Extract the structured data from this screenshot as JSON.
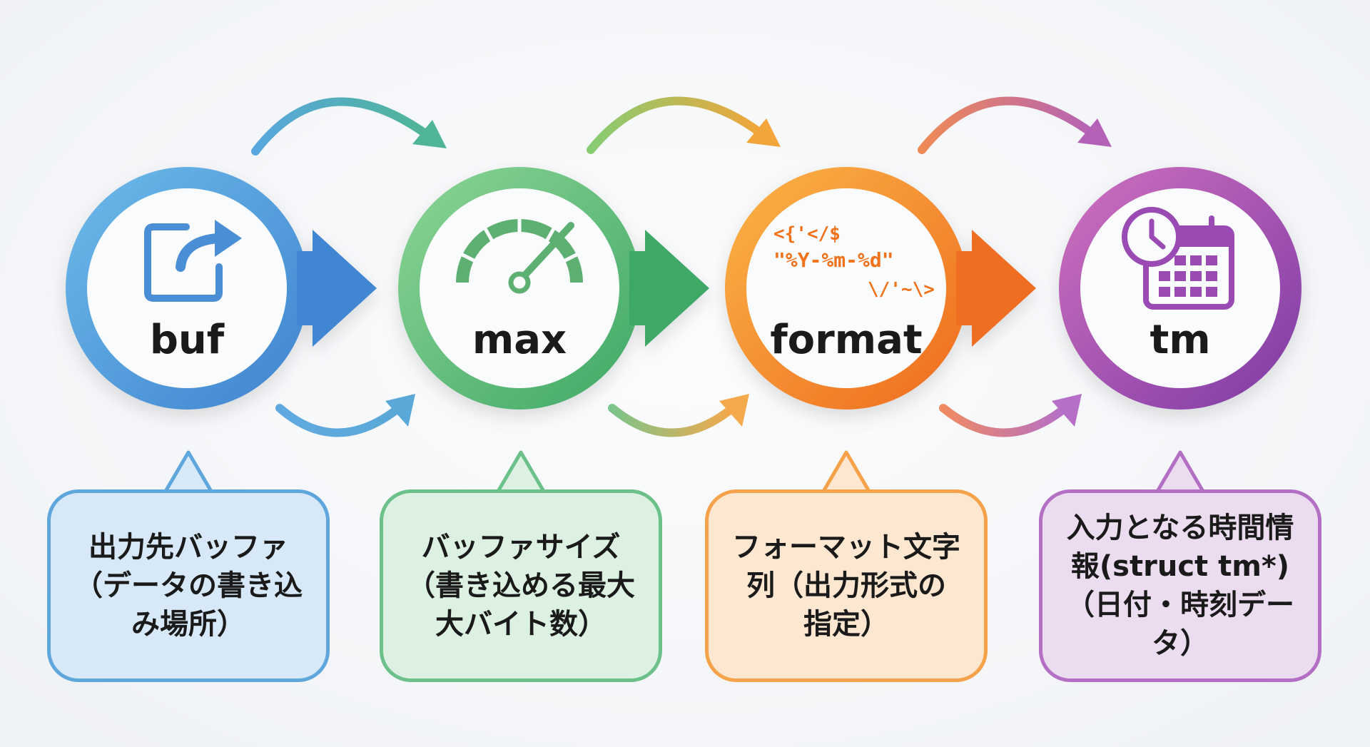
{
  "nodes": [
    {
      "label": "buf",
      "icon": "share-export-icon",
      "color": "#4a90d9",
      "color_light": "#63b3e8",
      "description": "出力先バッファ（データの書き込み場所）",
      "description_lines": [
        "出力先バッファ",
        "（データの書き込",
        "み場所）"
      ]
    },
    {
      "label": "max",
      "icon": "speedometer-gauge-icon",
      "color": "#4caf6e",
      "color_light": "#7fcf8a",
      "description": "バッファサイズ（書き込める最大大バイト数）",
      "description_lines": [
        "バッファサイズ",
        "（書き込める最大",
        "大バイト数）"
      ]
    },
    {
      "label": "format",
      "icon": "code-snippet-icon",
      "color": "#f07b20",
      "color_light": "#f7a340",
      "code_lines": [
        "<{'</$",
        "\"%Y-%m-%d\"",
        "\\/'~\\>"
      ],
      "description": "フォーマット文字列（出力形式の指定）",
      "description_lines": [
        "フォーマット文字",
        "列（出力形式の",
        "指定）"
      ]
    },
    {
      "label": "tm",
      "icon": "clock-calendar-icon",
      "color": "#8e44ad",
      "color_light": "#c06ac0",
      "description": "入力となる時間情報(struct tm*)（日付・時刻データ）",
      "description_lines": [
        "入力となる時間情",
        "報(struct tm*)",
        "（日付・時刻データ）"
      ]
    }
  ]
}
